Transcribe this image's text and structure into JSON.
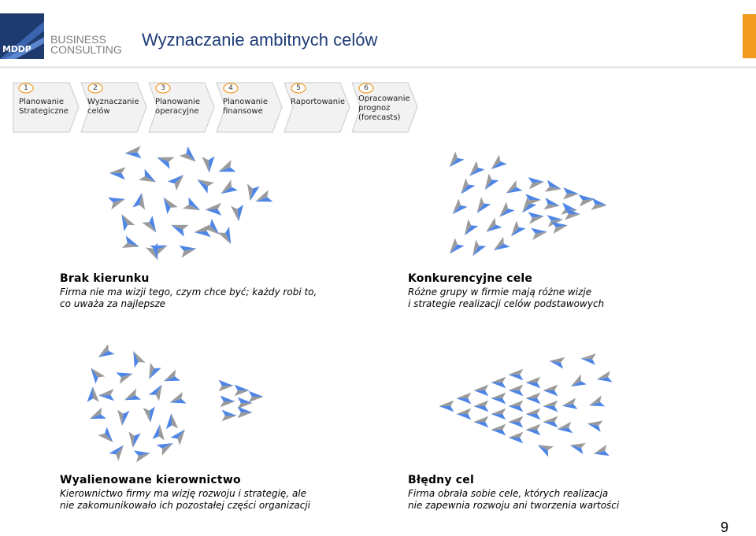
{
  "header": {
    "logo_text": "MDDP",
    "brand_line1": "BUSINESS",
    "brand_line2": "CONSULTING",
    "title": "Wyznaczanie ambitnych celów"
  },
  "steps": [
    {
      "num": "1",
      "line1": "Planowanie",
      "line2": "Strategiczne",
      "line3": ""
    },
    {
      "num": "2",
      "line1": "Wyznaczanie",
      "line2": "celów",
      "line3": ""
    },
    {
      "num": "3",
      "line1": "Planowanie",
      "line2": "operacyjne",
      "line3": ""
    },
    {
      "num": "4",
      "line1": "Planowanie",
      "line2": "finansowe",
      "line3": ""
    },
    {
      "num": "5",
      "line1": "",
      "line2": "Raportowanie",
      "line3": ""
    },
    {
      "num": "6",
      "line1": "Opracowanie",
      "line2": "prognoz",
      "line3": "(forecasts)"
    }
  ],
  "panels": {
    "brak": {
      "title": "Brak kierunku",
      "line1": "Firma nie ma wizji tego, czym chce być; każdy robi to,",
      "line2": "co uważa za najlepsze"
    },
    "konkurencyjne": {
      "title": "Konkurencyjne cele",
      "line1": "Różne grupy w firmie mają różne wizje",
      "line2": "i strategie realizacji celów podstawowych"
    },
    "wyalienowane": {
      "title": "Wyalienowane kierownictwo",
      "line1": "Kierownictwo firmy ma wizję rozwoju i strategię, ale",
      "line2": "nie zakomunikowało ich pozostałej części organizacji"
    },
    "bledny": {
      "title": "Błędny cel",
      "line1": "Firma obrała sobie cele, których realizacja",
      "line2": "nie zapewnia rozwoju ani tworzenia wartości"
    }
  },
  "page_number": "9",
  "colors": {
    "title_blue": "#1e3c78",
    "accent_orange": "#f39a1e",
    "arrow_blue": "#4f86e6",
    "arrow_gray": "#9a9a9a",
    "step_circle": "#f0a030"
  }
}
